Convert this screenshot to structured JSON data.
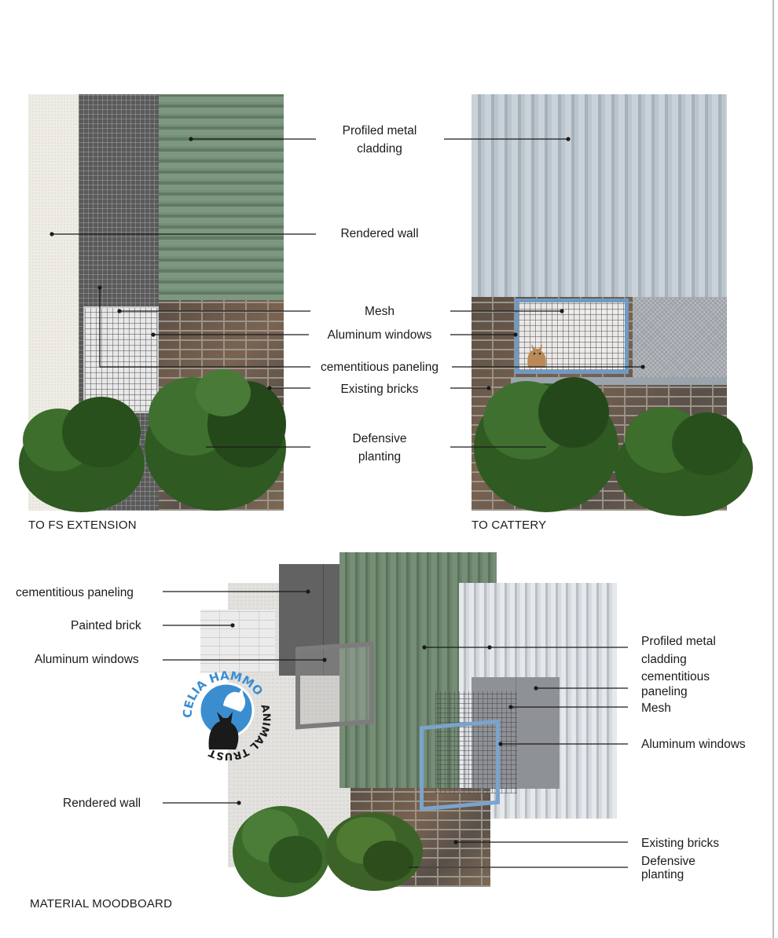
{
  "elevation_fs": {
    "caption": "TO FS EXTENSION"
  },
  "elevation_cattery": {
    "caption": "TO CATTERY"
  },
  "center_labels": {
    "profiled_metal_cladding": "Profiled metal\ncladding",
    "rendered_wall": "Rendered wall",
    "mesh": "Mesh",
    "aluminum_windows": "Aluminum windows",
    "cementitious_paneling": "cementitious paneling",
    "existing_bricks": "Existing bricks",
    "defensive_planting": "Defensive\nplanting"
  },
  "moodboard": {
    "caption": "MATERIAL MOODBOARD",
    "left_labels": {
      "cementitious_paneling": "cementitious paneling",
      "painted_brick": "Painted brick",
      "aluminum_windows": "Aluminum windows",
      "rendered_wall": "Rendered wall"
    },
    "right_labels": {
      "profiled_metal_cladding": "Profiled metal\ncladding",
      "cementitious_paneling": "cementitious\npaneling",
      "mesh": "Mesh",
      "aluminum_windows": "Aluminum windows",
      "existing_bricks": "Existing bricks",
      "defensive_planting": "Defensive\nplanting"
    },
    "logo": {
      "line1": "CELIA HAMMOND",
      "line2": "ANIMAL TRUST",
      "color": "#3a8ed0"
    }
  },
  "colors": {
    "green_cladding": "#6f8a70",
    "grey_cladding": "#b9c4cd",
    "window_frame_blue": "#6e9ac4",
    "foliage": "#2f5a22"
  }
}
